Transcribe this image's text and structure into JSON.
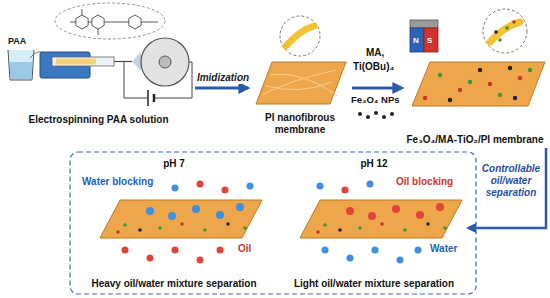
{
  "diagram": {
    "nodes": [
      {
        "text": [
          "Electrospinning PAA solution"
        ]
      },
      {
        "text": [
          "PI nanofibrous membrane"
        ]
      },
      {
        "text": [
          "Fe₃O₄/MA-TiO₂/PI membrane"
        ]
      },
      {
        "text": [
          "pH 7",
          "Heavy oil/water mixture separation"
        ]
      },
      {
        "text": [
          "pH 12",
          "Light oil/water mixture separation"
        ]
      }
    ],
    "edges": [
      {
        "from": 0,
        "to": 1,
        "arrow": "to",
        "label": "Imidization"
      },
      {
        "from": 1,
        "to": 2,
        "arrow": "to"
      },
      {
        "from": 2,
        "to": 4,
        "arrow": "to",
        "label": "Controllable oil/water separation"
      }
    ],
    "labels": [
      "PAA",
      "MA,",
      "Ti(OBu)₄",
      "Fe₃O₄ NPs",
      "N",
      "S",
      "Water blocking",
      "Oil",
      "Oil blocking",
      "Water"
    ]
  }
}
